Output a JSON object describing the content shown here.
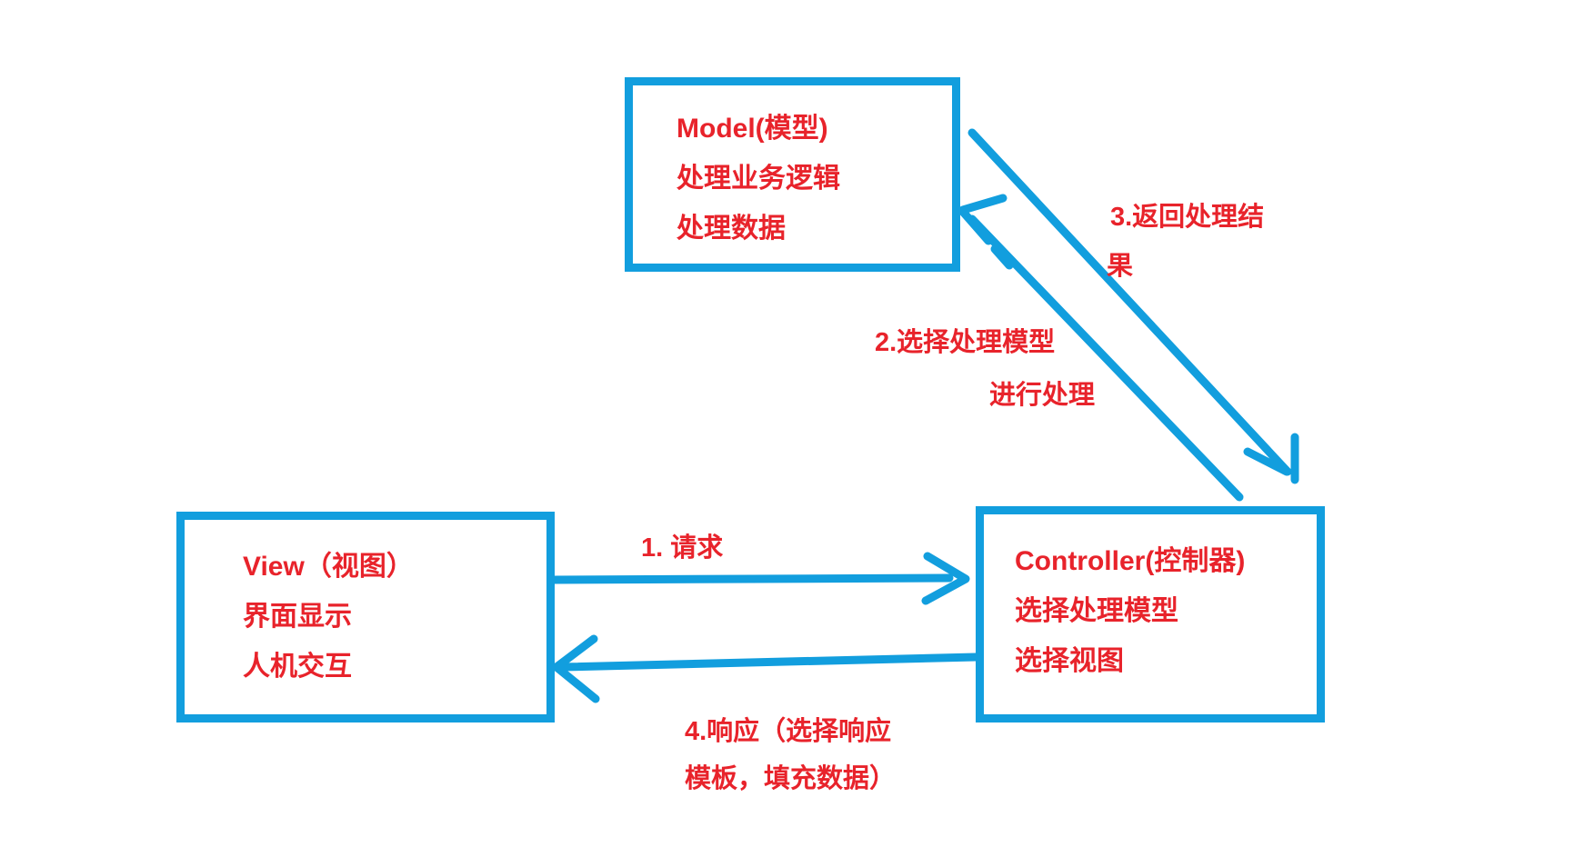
{
  "colors": {
    "line_blue": "#129EDE",
    "text_red": "#E8232B",
    "background": "#ffffff"
  },
  "boxes": {
    "model": {
      "title": "Model(模型)",
      "line2": "处理业务逻辑",
      "line3": "处理数据"
    },
    "view": {
      "title": "View（视图）",
      "line2": "界面显示",
      "line3": "人机交互"
    },
    "controller": {
      "title": "Controller(控制器)",
      "line2": "选择处理模型",
      "line3": "选择视图"
    }
  },
  "arrows": {
    "request": {
      "label": "1. 请求",
      "from": "view",
      "to": "controller"
    },
    "select_model": {
      "label_line1": "2.选择处理模型",
      "label_line2": "进行处理",
      "from": "controller",
      "to": "model"
    },
    "return_result": {
      "label_line1": "3.返回处理结",
      "label_line2": "果",
      "from": "model",
      "to": "controller"
    },
    "response": {
      "label_line1": "4.响应（选择响应",
      "label_line2": "模板，填充数据）",
      "from": "controller",
      "to": "view"
    }
  }
}
